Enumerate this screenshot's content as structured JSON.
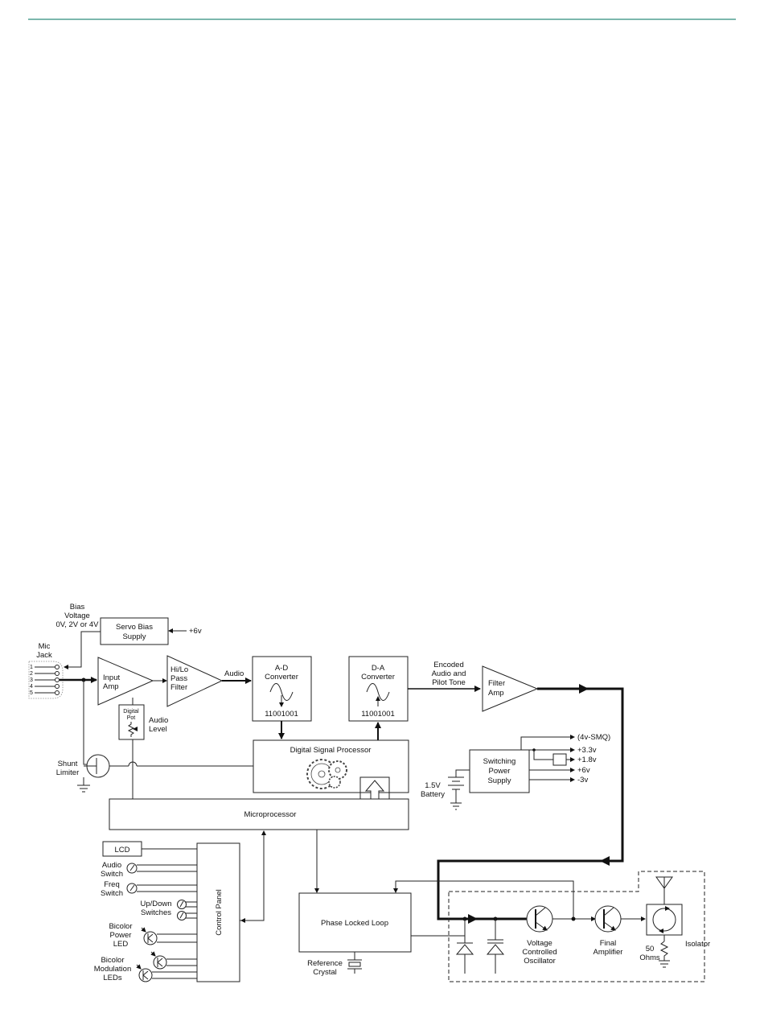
{
  "colors": {
    "header_rule": "#2d8c7c",
    "line": "#222222"
  },
  "labels": {
    "bias_voltage": [
      "Bias",
      "Voltage",
      "0V, 2V or 4V"
    ],
    "servo_bias": [
      "Servo Bias",
      "Supply"
    ],
    "plus6v_top": "+6v",
    "mic_jack": [
      "Mic",
      "Jack"
    ],
    "pins": [
      "1",
      "2",
      "3",
      "4",
      "5"
    ],
    "input_amp": [
      "Input",
      "Amp"
    ],
    "filter": [
      "Hi/Lo",
      "Pass",
      "Filter"
    ],
    "audio": "Audio",
    "ad": [
      "A-D",
      "Converter"
    ],
    "ad_code": "11001001",
    "da": [
      "D-A",
      "Converter"
    ],
    "da_code": "11001001",
    "encoded": [
      "Encoded",
      "Audio and",
      "Pilot Tone"
    ],
    "filter_amp": [
      "Filter",
      "Amp"
    ],
    "digital_pot": [
      "Digital",
      "Pot"
    ],
    "audio_level": [
      "Audio",
      "Level"
    ],
    "dsp": "Digital Signal Processor",
    "shunt": [
      "Shunt",
      "Limiter"
    ],
    "switching": [
      "Switching",
      "Power",
      "Supply"
    ],
    "rails": [
      "(4v-SMQ)",
      "+3.3v",
      "+1.8v",
      "+6v",
      "-3v"
    ],
    "battery": [
      "1.5V",
      "Battery"
    ],
    "micro": "Microprocessor",
    "lcd": "LCD",
    "audio_switch": [
      "Audio",
      "Switch"
    ],
    "freq_switch": [
      "Freq",
      "Switch"
    ],
    "updown": [
      "Up/Down",
      "Switches"
    ],
    "power_led": [
      "Bicolor",
      "Power",
      "LED"
    ],
    "mod_leds": [
      "Bicolor",
      "Modulation",
      "LEDs"
    ],
    "control_panel": "Control Panel",
    "pll": "Phase Locked Loop",
    "ref_crystal": [
      "Reference",
      "Crystal"
    ],
    "vco": [
      "Voltage",
      "Controlled",
      "Oscillator"
    ],
    "final_amp": [
      "Final",
      "Amplifier"
    ],
    "ohms": [
      "50",
      "Ohms"
    ],
    "isolator": "Isolator"
  }
}
